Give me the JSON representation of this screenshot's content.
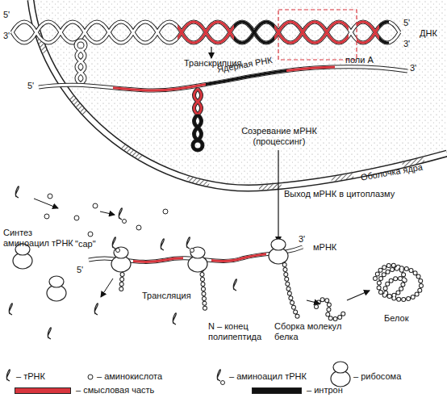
{
  "diagram": {
    "labels": [
      "5'",
      "3'",
      "5'",
      "3'",
      "ДНК",
      "Транскрипция",
      "5'",
      "Ядерная РНК",
      "поли А",
      "3'",
      "Созревание мРНК (процессинг)",
      "Оболочка ядра",
      "Выход мРНК в цитоплазму",
      "Синтез аминоацил тРНК",
      "\"сар\"",
      "5'",
      "3'",
      "мРНК",
      "Трансляция",
      "N – конец полипептида",
      "Сборка молекул белка",
      "Белок"
    ],
    "legend": [
      {
        "text": "– тРНК"
      },
      {
        "text": "– аминокислота"
      },
      {
        "text": "– аминоацил тРНК"
      },
      {
        "text": "– рибосома"
      },
      {
        "text": "– смысловая часть",
        "color": "#d9363e"
      },
      {
        "text": "– интрон",
        "color": "#111111"
      }
    ]
  }
}
